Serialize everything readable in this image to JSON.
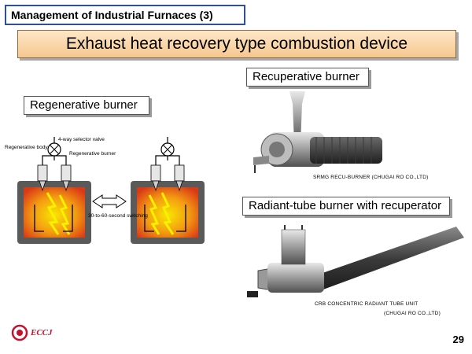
{
  "header": {
    "section": "Management of Industrial Furnaces (3)",
    "title": "Exhaust heat recovery type combustion device"
  },
  "regenerative": {
    "label": "Regenerative burner",
    "body_label": "Regenerative body",
    "valve_label": "4-way selector valve",
    "burner_label": "Regenerative burner",
    "switching_label": "30-to-60-second switching"
  },
  "recuperative": {
    "label": "Recuperative burner",
    "caption": "SRMG RECU-BURNER (CHUGAI RO CO.,LTD)"
  },
  "radiant": {
    "label": "Radiant-tube burner with recuperator",
    "caption_line1": "CRB CONCENTRIC RADIANT TUBE UNIT",
    "caption_line2": "(CHUGAI RO CO.,LTD)"
  },
  "footer": {
    "logo_text": "ECCJ",
    "page_number": "29"
  },
  "colors": {
    "frame": "#2f4f9a",
    "banner": "#f6c790",
    "flame_hot": "#f5d200",
    "flame_outer": "#e2561a",
    "logo": "#c8102e"
  }
}
